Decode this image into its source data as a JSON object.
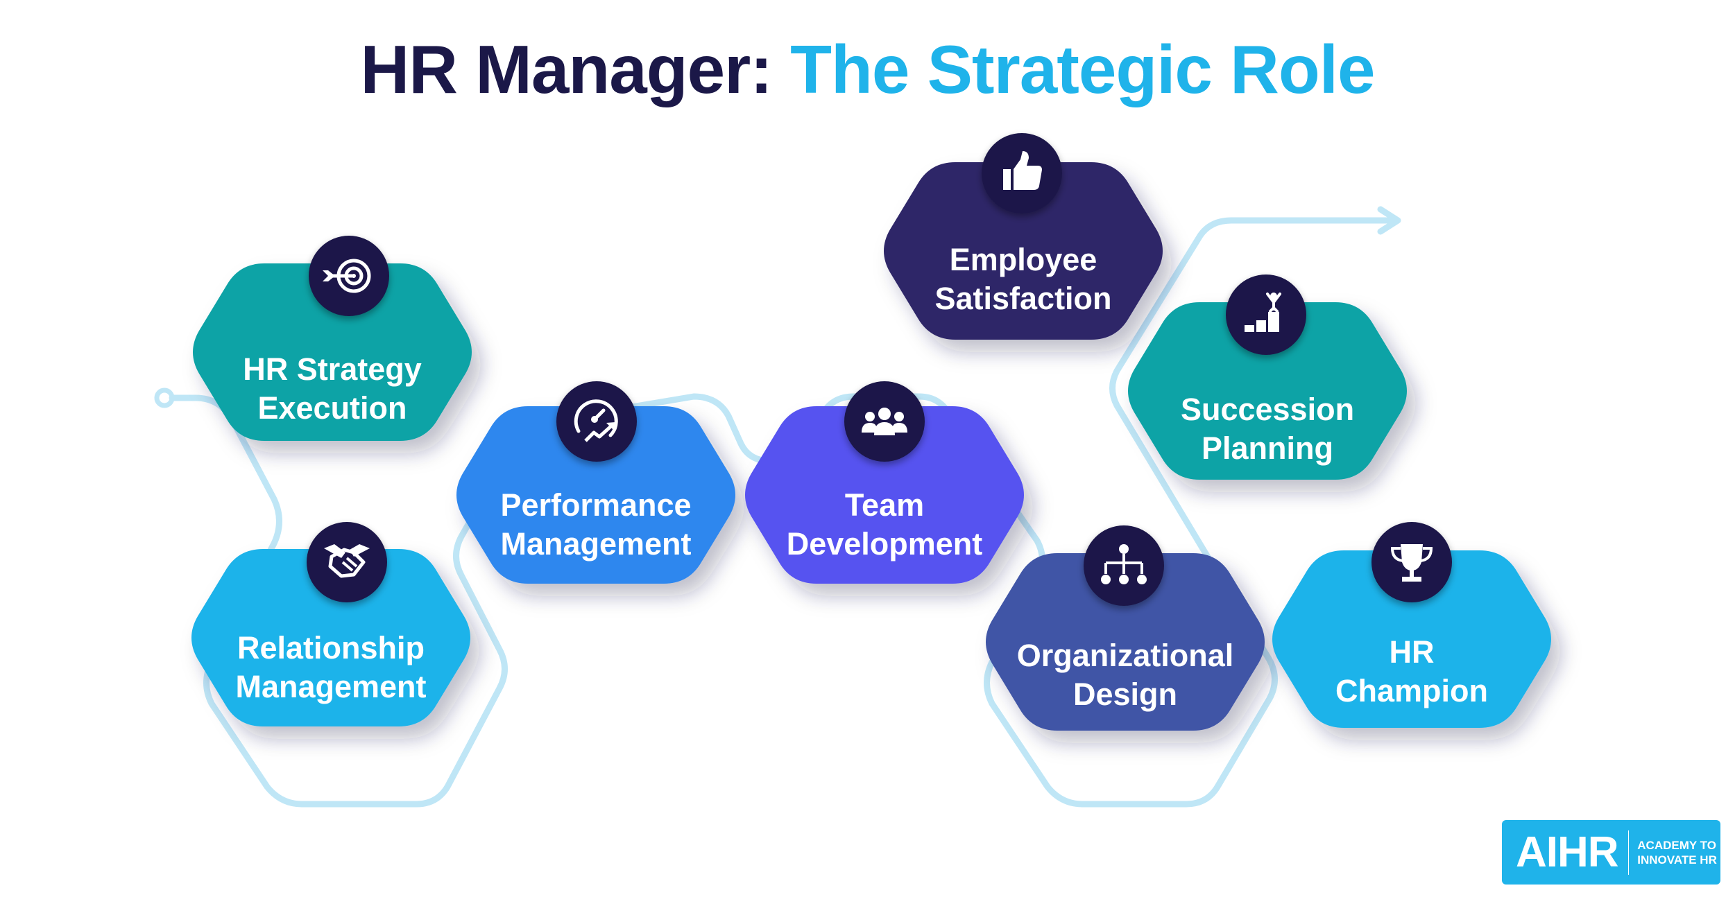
{
  "title": {
    "part1": "HR Manager:",
    "part2": "The Strategic Role"
  },
  "colors": {
    "dark_navy": "#1b1848",
    "accent_blue": "#1fb3ea",
    "teal": "#0ba3a6",
    "medium_blue": "#2f87ee",
    "violet": "#5752f0",
    "dark_purple": "#2f2668",
    "slate_blue": "#3f55a6",
    "path_line": "#bfe6f6"
  },
  "roles": [
    {
      "label_line1": "HR Strategy",
      "label_line2": "Execution",
      "icon": "target-arrow-icon",
      "color": "#0ba3a6"
    },
    {
      "label_line1": "Relationship",
      "label_line2": "Management",
      "icon": "handshake-icon",
      "color": "#1fb3ea"
    },
    {
      "label_line1": "Performance",
      "label_line2": "Management",
      "icon": "speedometer-growth-icon",
      "color": "#2f87ee"
    },
    {
      "label_line1": "Team",
      "label_line2": "Development",
      "icon": "team-group-icon",
      "color": "#5752f0"
    },
    {
      "label_line1": "Employee",
      "label_line2": "Satisfaction",
      "icon": "thumbs-up-icon",
      "color": "#2f2668"
    },
    {
      "label_line1": "Organizational",
      "label_line2": "Design",
      "icon": "org-chart-icon",
      "color": "#3f55a6"
    },
    {
      "label_line1": "Succession",
      "label_line2": "Planning",
      "icon": "podium-winner-icon",
      "color": "#0ba3a6"
    },
    {
      "label_line1": "HR",
      "label_line2": "Champion",
      "icon": "trophy-icon",
      "color": "#1fb3ea"
    }
  ],
  "logo": {
    "mark": "AIHR",
    "tagline_line1": "ACADEMY TO",
    "tagline_line2": "INNOVATE HR"
  }
}
